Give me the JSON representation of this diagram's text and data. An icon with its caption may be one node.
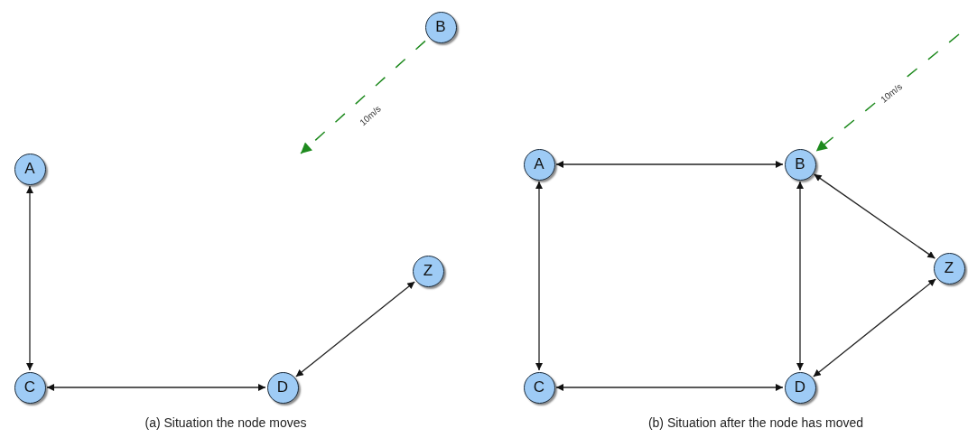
{
  "diagram": {
    "nodes": [
      {
        "text": [
          "B"
        ]
      },
      {
        "text": [
          "A"
        ]
      },
      {
        "text": [
          "Z"
        ]
      },
      {
        "text": [
          "C"
        ]
      },
      {
        "text": [
          "D"
        ]
      },
      {
        "text": [
          "A"
        ]
      },
      {
        "text": [
          "B"
        ]
      },
      {
        "text": [
          "Z"
        ]
      },
      {
        "text": [
          "C"
        ]
      },
      {
        "text": [
          "D"
        ]
      }
    ],
    "edges": [
      {
        "from": 0,
        "to": null,
        "arrow": "to",
        "label": "10m/s",
        "style": "dashed",
        "color": "#1e8a1e"
      },
      {
        "from": 1,
        "to": 3,
        "arrow": "both"
      },
      {
        "from": 3,
        "to": 4,
        "arrow": "both"
      },
      {
        "from": 4,
        "to": 2,
        "arrow": "both"
      },
      {
        "from": null,
        "to": 6,
        "arrow": "to",
        "label": "10m/s",
        "style": "dashed",
        "color": "#1e8a1e"
      },
      {
        "from": 5,
        "to": 6,
        "arrow": "both"
      },
      {
        "from": 6,
        "to": 7,
        "arrow": "both"
      },
      {
        "from": 5,
        "to": 8,
        "arrow": "both"
      },
      {
        "from": 6,
        "to": 9,
        "arrow": "both"
      },
      {
        "from": 8,
        "to": 9,
        "arrow": "both"
      },
      {
        "from": 9,
        "to": 7,
        "arrow": "both"
      }
    ],
    "labels": [
      "(a) Situation the node moves",
      "(b) Situation after the node has moved"
    ]
  }
}
